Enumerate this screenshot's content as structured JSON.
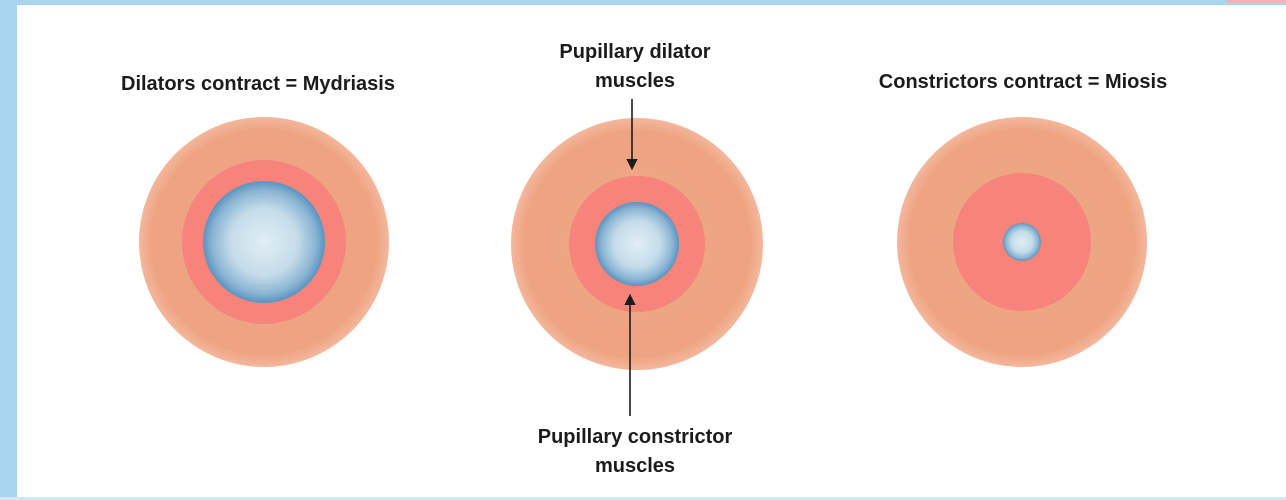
{
  "labels": {
    "left_caption": "Dilators contract = Mydriasis",
    "right_caption": "Constrictors contract = Miosis",
    "top_label_line1": "Pupillary dilator",
    "top_label_line2": "muscles",
    "bottom_label_line1": "Pupillary constrictor",
    "bottom_label_line2": "muscles"
  },
  "colors": {
    "iris_outer": "#eea483",
    "constrictor_ring": "#f6847b",
    "pupil_edge": "#5a93c1",
    "pupil_center": "#d8e9f2",
    "text": "#1b1b1b",
    "frame": "#a9d5f0"
  }
}
